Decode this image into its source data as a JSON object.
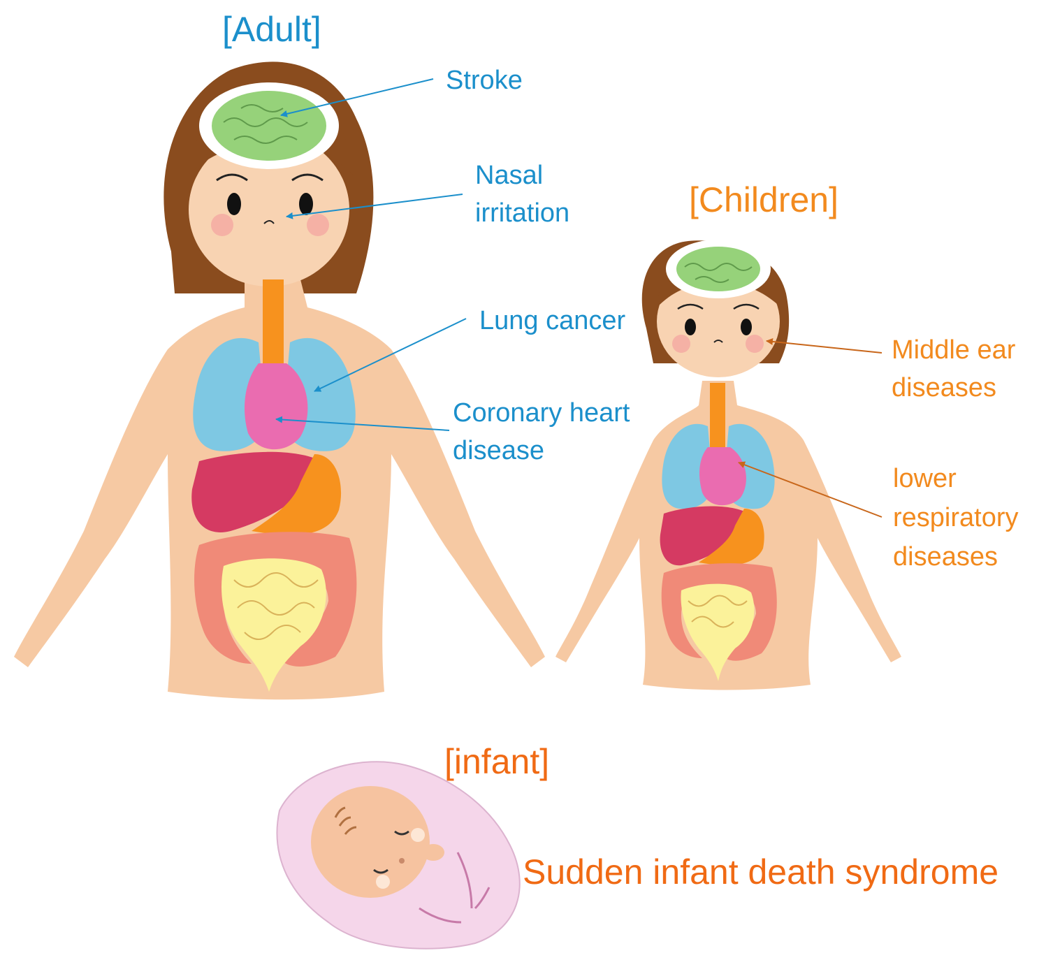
{
  "colors": {
    "adult": "#1b8fcb",
    "children": "#f28a1e",
    "infant": "#f06a14",
    "skin": "#f6c9a3",
    "hair": "#8a4c1e",
    "brain": "#96d27a",
    "lung": "#7ec8e3",
    "heart": "#ea6cb0",
    "liver": "#d53a62",
    "stomach": "#f7921e",
    "colon": "#f08a78",
    "intestine": "#fbf29a",
    "blanket": "#f5d6ea"
  },
  "adult": {
    "heading": "[Adult]",
    "labels": {
      "stroke": "Stroke",
      "nasal_1": "Nasal",
      "nasal_2": "irritation",
      "lung": "Lung cancer",
      "heart_1": "Coronary heart",
      "heart_2": "disease"
    }
  },
  "children": {
    "heading": "[Children]",
    "labels": {
      "ear_1": "Middle ear",
      "ear_2": "diseases",
      "resp_1": "lower",
      "resp_2": "respiratory",
      "resp_3": "diseases"
    }
  },
  "infant": {
    "heading": "[infant]",
    "label": "Sudden infant death syndrome"
  }
}
